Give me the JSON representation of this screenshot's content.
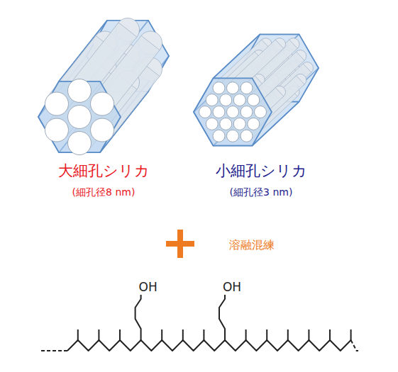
{
  "diagram": {
    "labels": [
      "大細孔シリカ",
      "(細孔径8 nm)",
      "小細孔シリカ",
      "(細孔径3 nm)",
      "溶融混練",
      "OH",
      "OH"
    ]
  }
}
